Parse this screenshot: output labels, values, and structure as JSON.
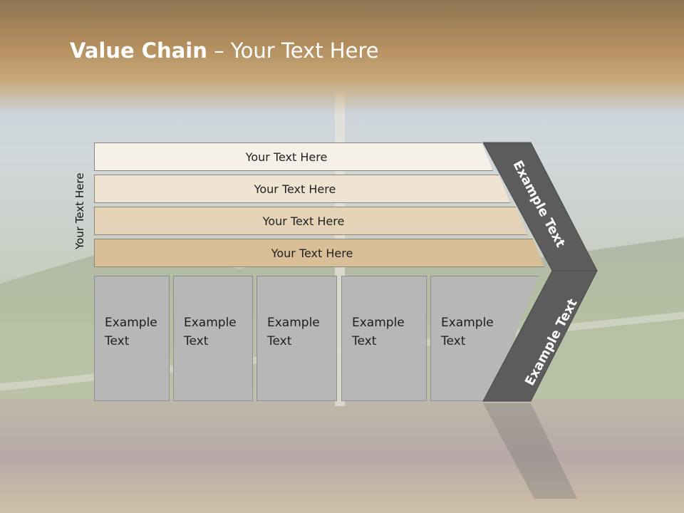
{
  "slide": {
    "title_bold": "Value Chain",
    "title_rest": " – Your Text Here",
    "side_label": "Your Text Here"
  },
  "rows": [
    {
      "label": "Your Text Here",
      "fill": "#f6f1e8"
    },
    {
      "label": "Your Text Here",
      "fill": "#efe3d2"
    },
    {
      "label": "Your Text Here",
      "fill": "#e5d3b8"
    },
    {
      "label": "Your Text Here",
      "fill": "#d9bf98"
    }
  ],
  "columns": [
    {
      "line1": "Example",
      "line2": "Text"
    },
    {
      "line1": "Example",
      "line2": "Text"
    },
    {
      "line1": "Example",
      "line2": "Text"
    },
    {
      "line1": "Example",
      "line2": "Text"
    },
    {
      "line1": "Example",
      "line2": "Text"
    }
  ],
  "chevrons": {
    "upper": "Example Text",
    "lower": "Example Text",
    "fill": "#5c5c5c"
  }
}
